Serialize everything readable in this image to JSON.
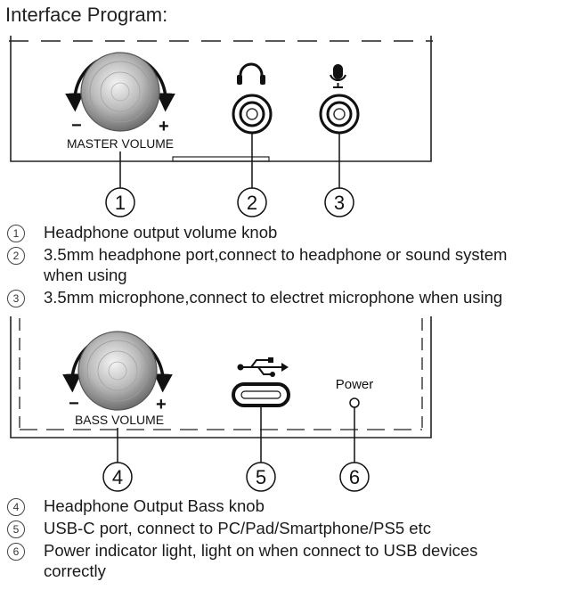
{
  "title": "Interface Program:",
  "panel1": {
    "knob_label": "MASTER VOLUME",
    "minus": "−",
    "plus": "+",
    "icons": [
      "headphone-icon",
      "microphone-icon"
    ]
  },
  "panel2": {
    "knob_label": "BASS VOLUME",
    "minus": "−",
    "plus": "+",
    "power_label": "Power",
    "icons": [
      "usb-icon"
    ]
  },
  "callouts": [
    "1",
    "2",
    "3",
    "4",
    "5",
    "6"
  ],
  "descriptions": [
    {
      "num": "1",
      "lines": [
        "Headphone output volume knob"
      ]
    },
    {
      "num": "2",
      "lines": [
        "3.5mm headphone port,connect to headphone or sound system",
        "when using"
      ]
    },
    {
      "num": "3",
      "lines": [
        "3.5mm microphone,connect to electret microphone when using"
      ]
    },
    {
      "num": "4",
      "lines": [
        "Headphone Output Bass knob"
      ]
    },
    {
      "num": "5",
      "lines": [
        "USB-C port, connect to PC/Pad/Smartphone/PS5 etc"
      ]
    },
    {
      "num": "6",
      "lines": [
        "Power indicator light, light on when connect to USB devices",
        "correctly"
      ]
    }
  ]
}
